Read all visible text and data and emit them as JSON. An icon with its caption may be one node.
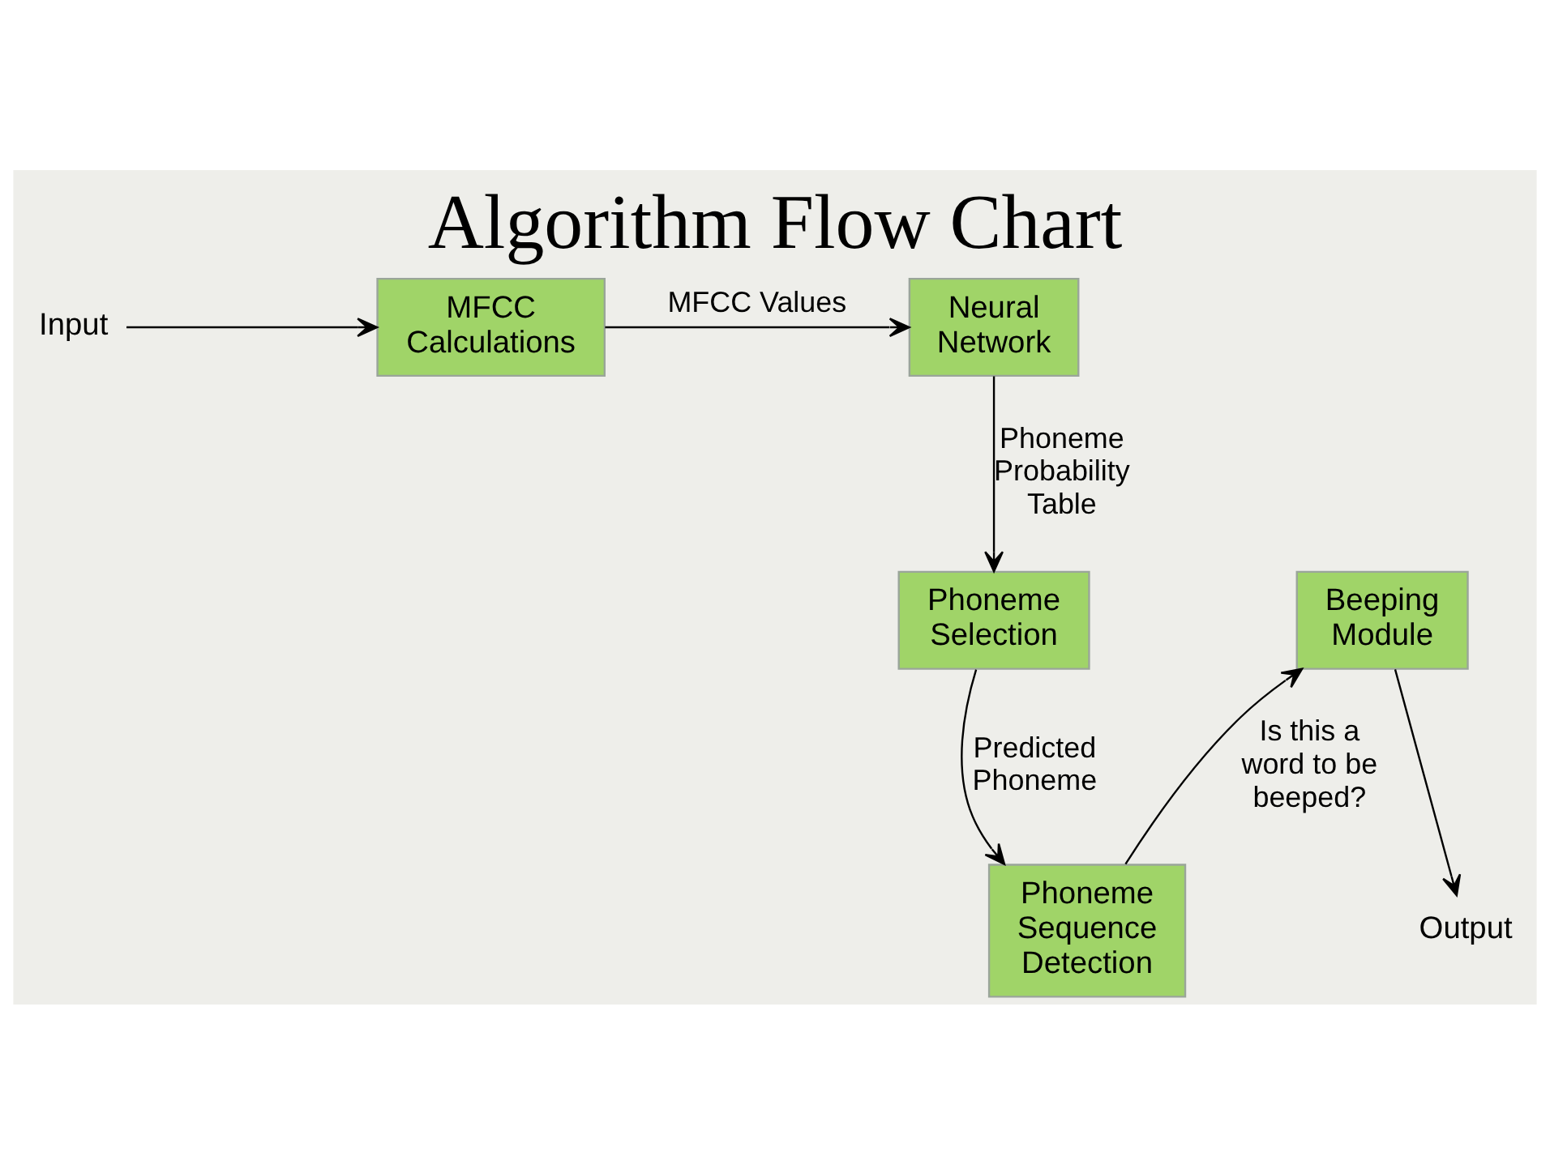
{
  "diagram": {
    "title": "Algorithm Flow Chart",
    "nodes": [
      {
        "text": [
          "Input"
        ]
      },
      {
        "text": [
          "MFCC Calculations"
        ]
      },
      {
        "text": [
          "Neural Network"
        ]
      },
      {
        "text": [
          "Phoneme Selection"
        ]
      },
      {
        "text": [
          "Phoneme Sequence Detection"
        ]
      },
      {
        "text": [
          "Beeping Module"
        ]
      },
      {
        "text": [
          "Output"
        ]
      }
    ],
    "edges": [
      {
        "from": 0,
        "to": 1,
        "arrow": "to"
      },
      {
        "from": 1,
        "to": 2,
        "arrow": "to",
        "label": "MFCC Values"
      },
      {
        "from": 2,
        "to": 3,
        "arrow": "to",
        "label": "Phoneme Probability Table"
      },
      {
        "from": 3,
        "to": 4,
        "arrow": "to",
        "label": "Predicted Phoneme"
      },
      {
        "from": 4,
        "to": 5,
        "arrow": "to",
        "label": "Is this a word to be beeped?"
      },
      {
        "from": 5,
        "to": 6,
        "arrow": "to"
      }
    ]
  }
}
